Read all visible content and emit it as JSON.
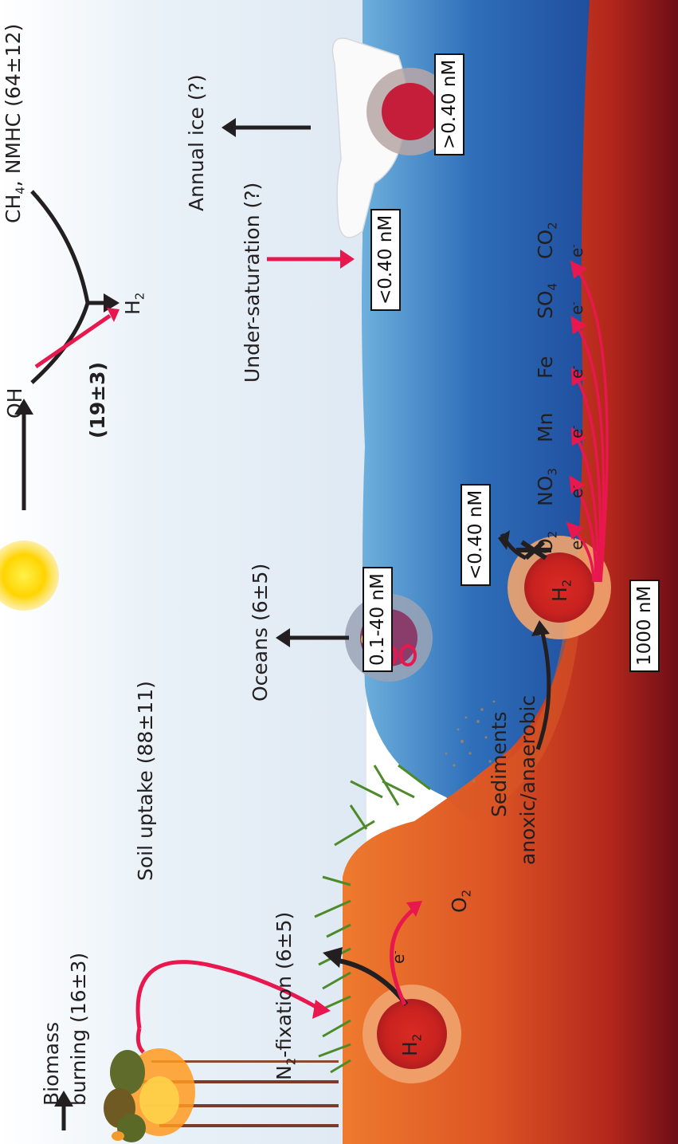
{
  "colors": {
    "sky": "#eef4f9",
    "ocean_deep": "#1f4ea3",
    "ocean_light": "#4f9ad0",
    "soil": "#e0622a",
    "soil_dark": "#7a1018",
    "pink_arrow": "#e8174d",
    "black_arrow": "#231f20",
    "sun": "#ffd300"
  },
  "atmosphere": {
    "biomass": "Biomass",
    "burning": "burning (16",
    "burning_pm": "3)",
    "soil_uptake": "Soil uptake (88",
    "soil_uptake_pm": "11)",
    "n2_fixation_pre": "N",
    "n2_fixation_sub": "2",
    "n2_fixation_post": "-fixation (6",
    "n2_fixation_pm": "5)",
    "oceans": "Oceans (6",
    "oceans_pm": "5)",
    "oh": "OH",
    "oh_flux": "(19",
    "oh_flux_pm": "3)",
    "h2": "H",
    "h2_sub": "2",
    "ch4_pre": "CH",
    "ch4_sub": "4",
    "ch4_post": ", NMHC (64",
    "ch4_pm": "12)",
    "annual_ice": "Annual ice (?)",
    "under_saturation": "Under-saturation (?)",
    "plus_minus": "±"
  },
  "boxes": {
    "ocean_conc": "0.1-40 nM",
    "sediment_out": "<0.40 nM",
    "sediment_pore": "1000 nM",
    "undersat": "<0.40 nM",
    "ice_conc": ">0.40 nM"
  },
  "soil": {
    "h2": "H",
    "h2_sub": "2",
    "electron": "e",
    "electron_sup": "-",
    "o2": "O",
    "o2_sub": "2"
  },
  "sediments": {
    "line1": "Sediments",
    "line2": "anoxic/anaerobic",
    "h2": "H",
    "h2_sub": "2",
    "acceptors": [
      {
        "label": "O",
        "sub": "2"
      },
      {
        "label": "NO",
        "sub": "3"
      },
      {
        "label": "Mn",
        "sub": ""
      },
      {
        "label": "Fe",
        "sub": ""
      },
      {
        "label": "SO",
        "sub": "4"
      },
      {
        "label": "CO",
        "sub": "2"
      }
    ],
    "electron": "e",
    "electron_sup": "-"
  }
}
